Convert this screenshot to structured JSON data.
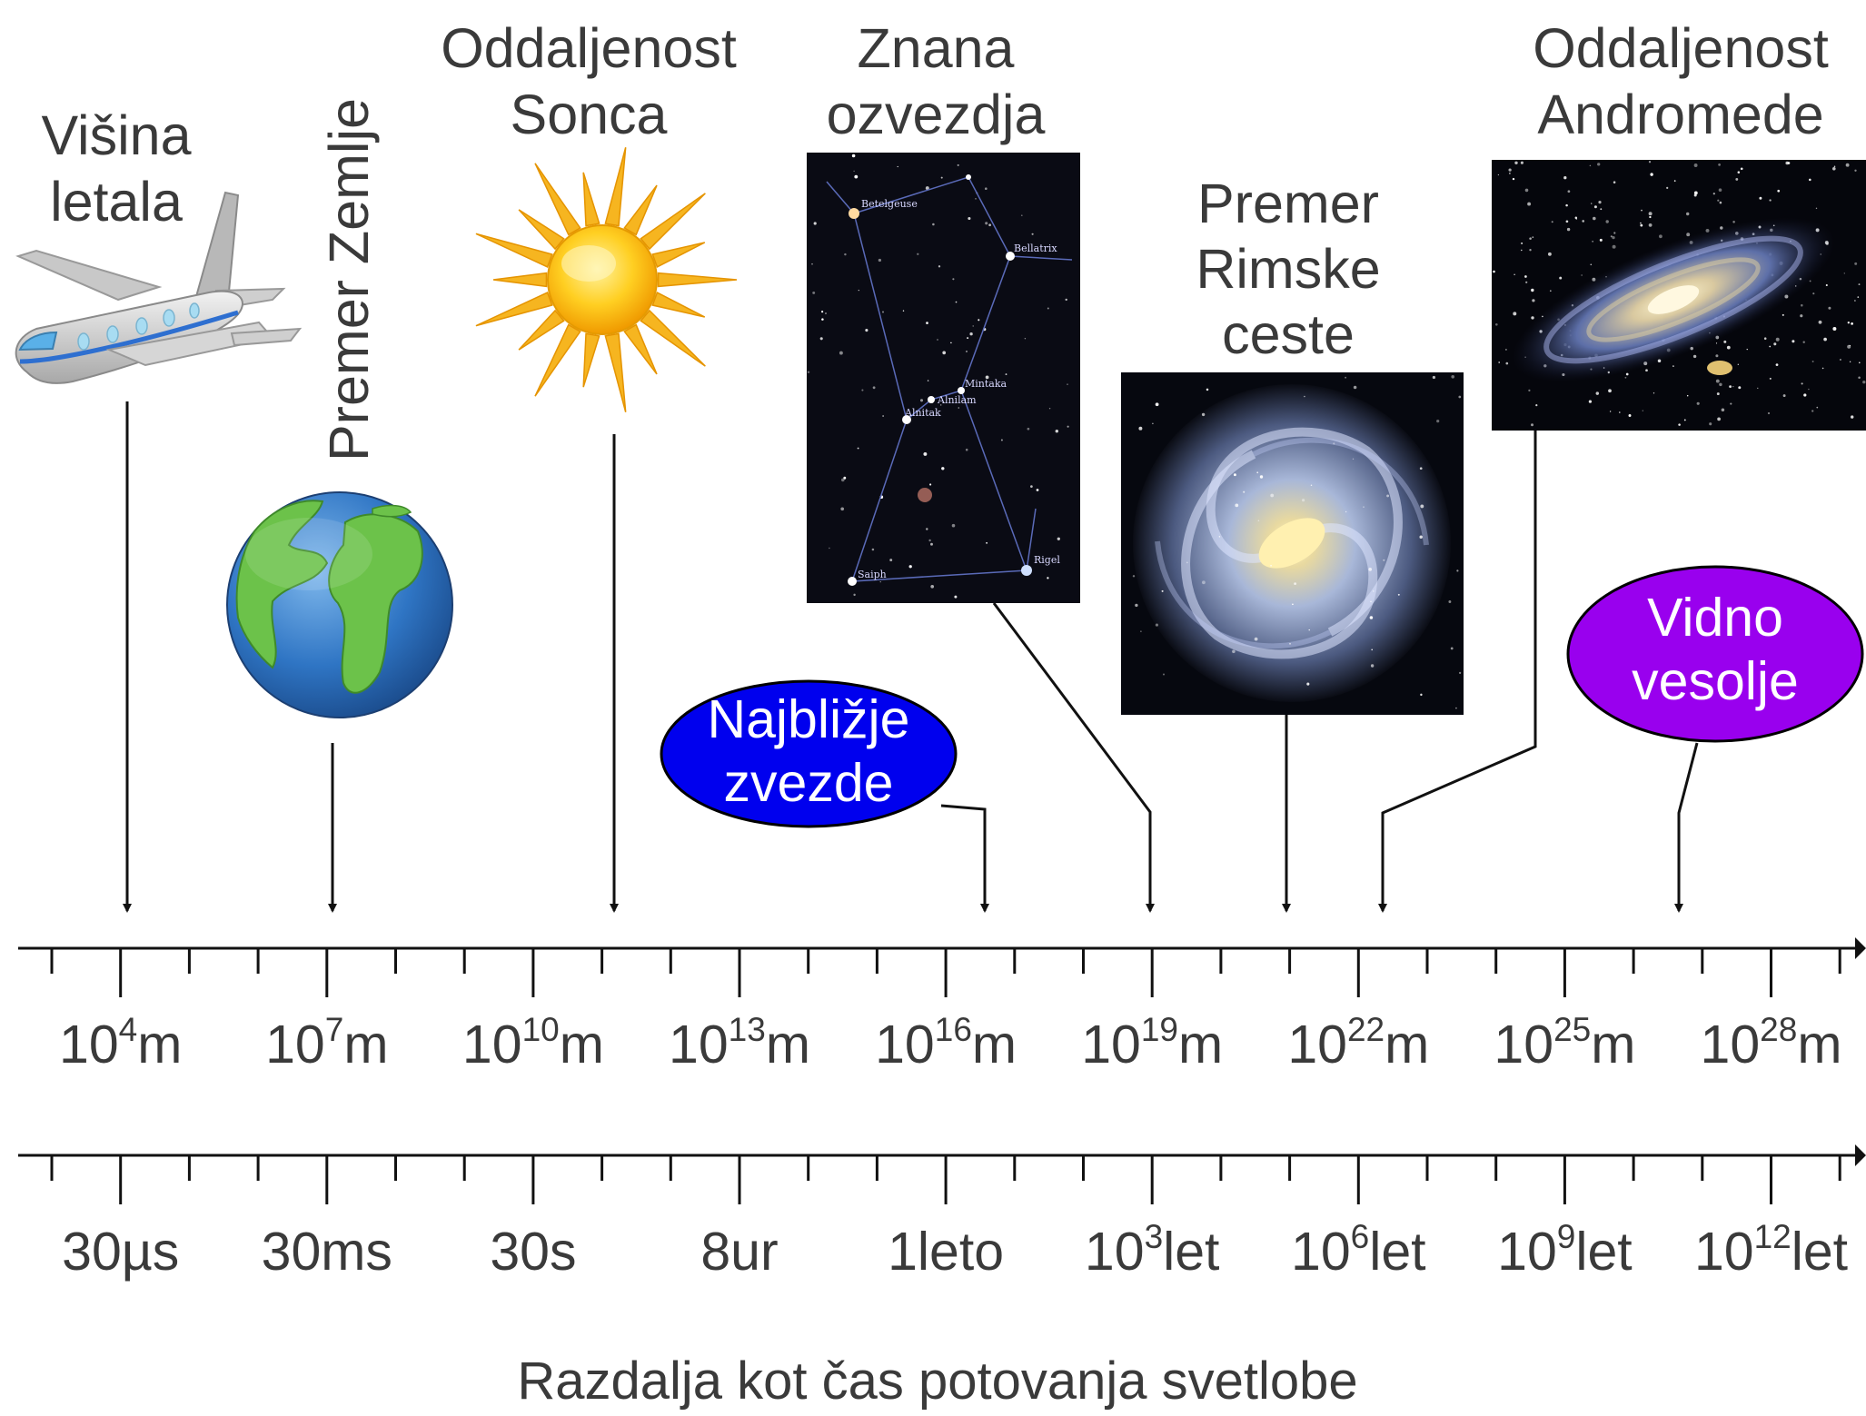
{
  "labels": {
    "plane": [
      "Višina",
      "letala"
    ],
    "earth": "Premer Zemlje",
    "sun": [
      "Oddaljenost",
      "Sonca"
    ],
    "constellation": [
      "Znana",
      "ozvezdja"
    ],
    "milkyway": [
      "Premer",
      "Rimske",
      "ceste"
    ],
    "andromeda": [
      "Oddaljenost",
      "Andromede"
    ],
    "nearest_stars": [
      "Najbližje",
      "zvezde"
    ],
    "observable_universe": [
      "Vidno",
      "vesolje"
    ]
  },
  "star_names": [
    "Betelgeuse",
    "Bellatrix",
    "Mintaka",
    "Alnilam",
    "Alnitak",
    "Saiph",
    "Rigel"
  ],
  "distance_axis": {
    "ticks": [
      {
        "base": "10",
        "exp": "4",
        "unit": "m"
      },
      {
        "base": "10",
        "exp": "7",
        "unit": "m"
      },
      {
        "base": "10",
        "exp": "10",
        "unit": "m"
      },
      {
        "base": "10",
        "exp": "13",
        "unit": "m"
      },
      {
        "base": "10",
        "exp": "16",
        "unit": "m"
      },
      {
        "base": "10",
        "exp": "19",
        "unit": "m"
      },
      {
        "base": "10",
        "exp": "22",
        "unit": "m"
      },
      {
        "base": "10",
        "exp": "25",
        "unit": "m"
      },
      {
        "base": "10",
        "exp": "28",
        "unit": "m"
      }
    ]
  },
  "time_axis": {
    "ticks": [
      {
        "base": "30µs",
        "exp": "",
        "unit": ""
      },
      {
        "base": "30ms",
        "exp": "",
        "unit": ""
      },
      {
        "base": "30s",
        "exp": "",
        "unit": ""
      },
      {
        "base": "8ur",
        "exp": "",
        "unit": ""
      },
      {
        "base": "1leto",
        "exp": "",
        "unit": ""
      },
      {
        "base": "10",
        "exp": "3",
        "unit": "let"
      },
      {
        "base": "10",
        "exp": "6",
        "unit": "let"
      },
      {
        "base": "10",
        "exp": "9",
        "unit": "let"
      },
      {
        "base": "10",
        "exp": "12",
        "unit": "let"
      }
    ]
  },
  "axis_title": "Razdalja kot čas potovanja svetlobe",
  "colors": {
    "nearest_stars_bubble": "#0000ee",
    "observable_universe_bubble": "#9900ee",
    "text": "#3a3a3a",
    "axis": "#111111"
  },
  "icons": [
    "airplane-icon",
    "earth-icon",
    "sun-icon",
    "orion-constellation-image",
    "milky-way-image",
    "andromeda-galaxy-image"
  ]
}
